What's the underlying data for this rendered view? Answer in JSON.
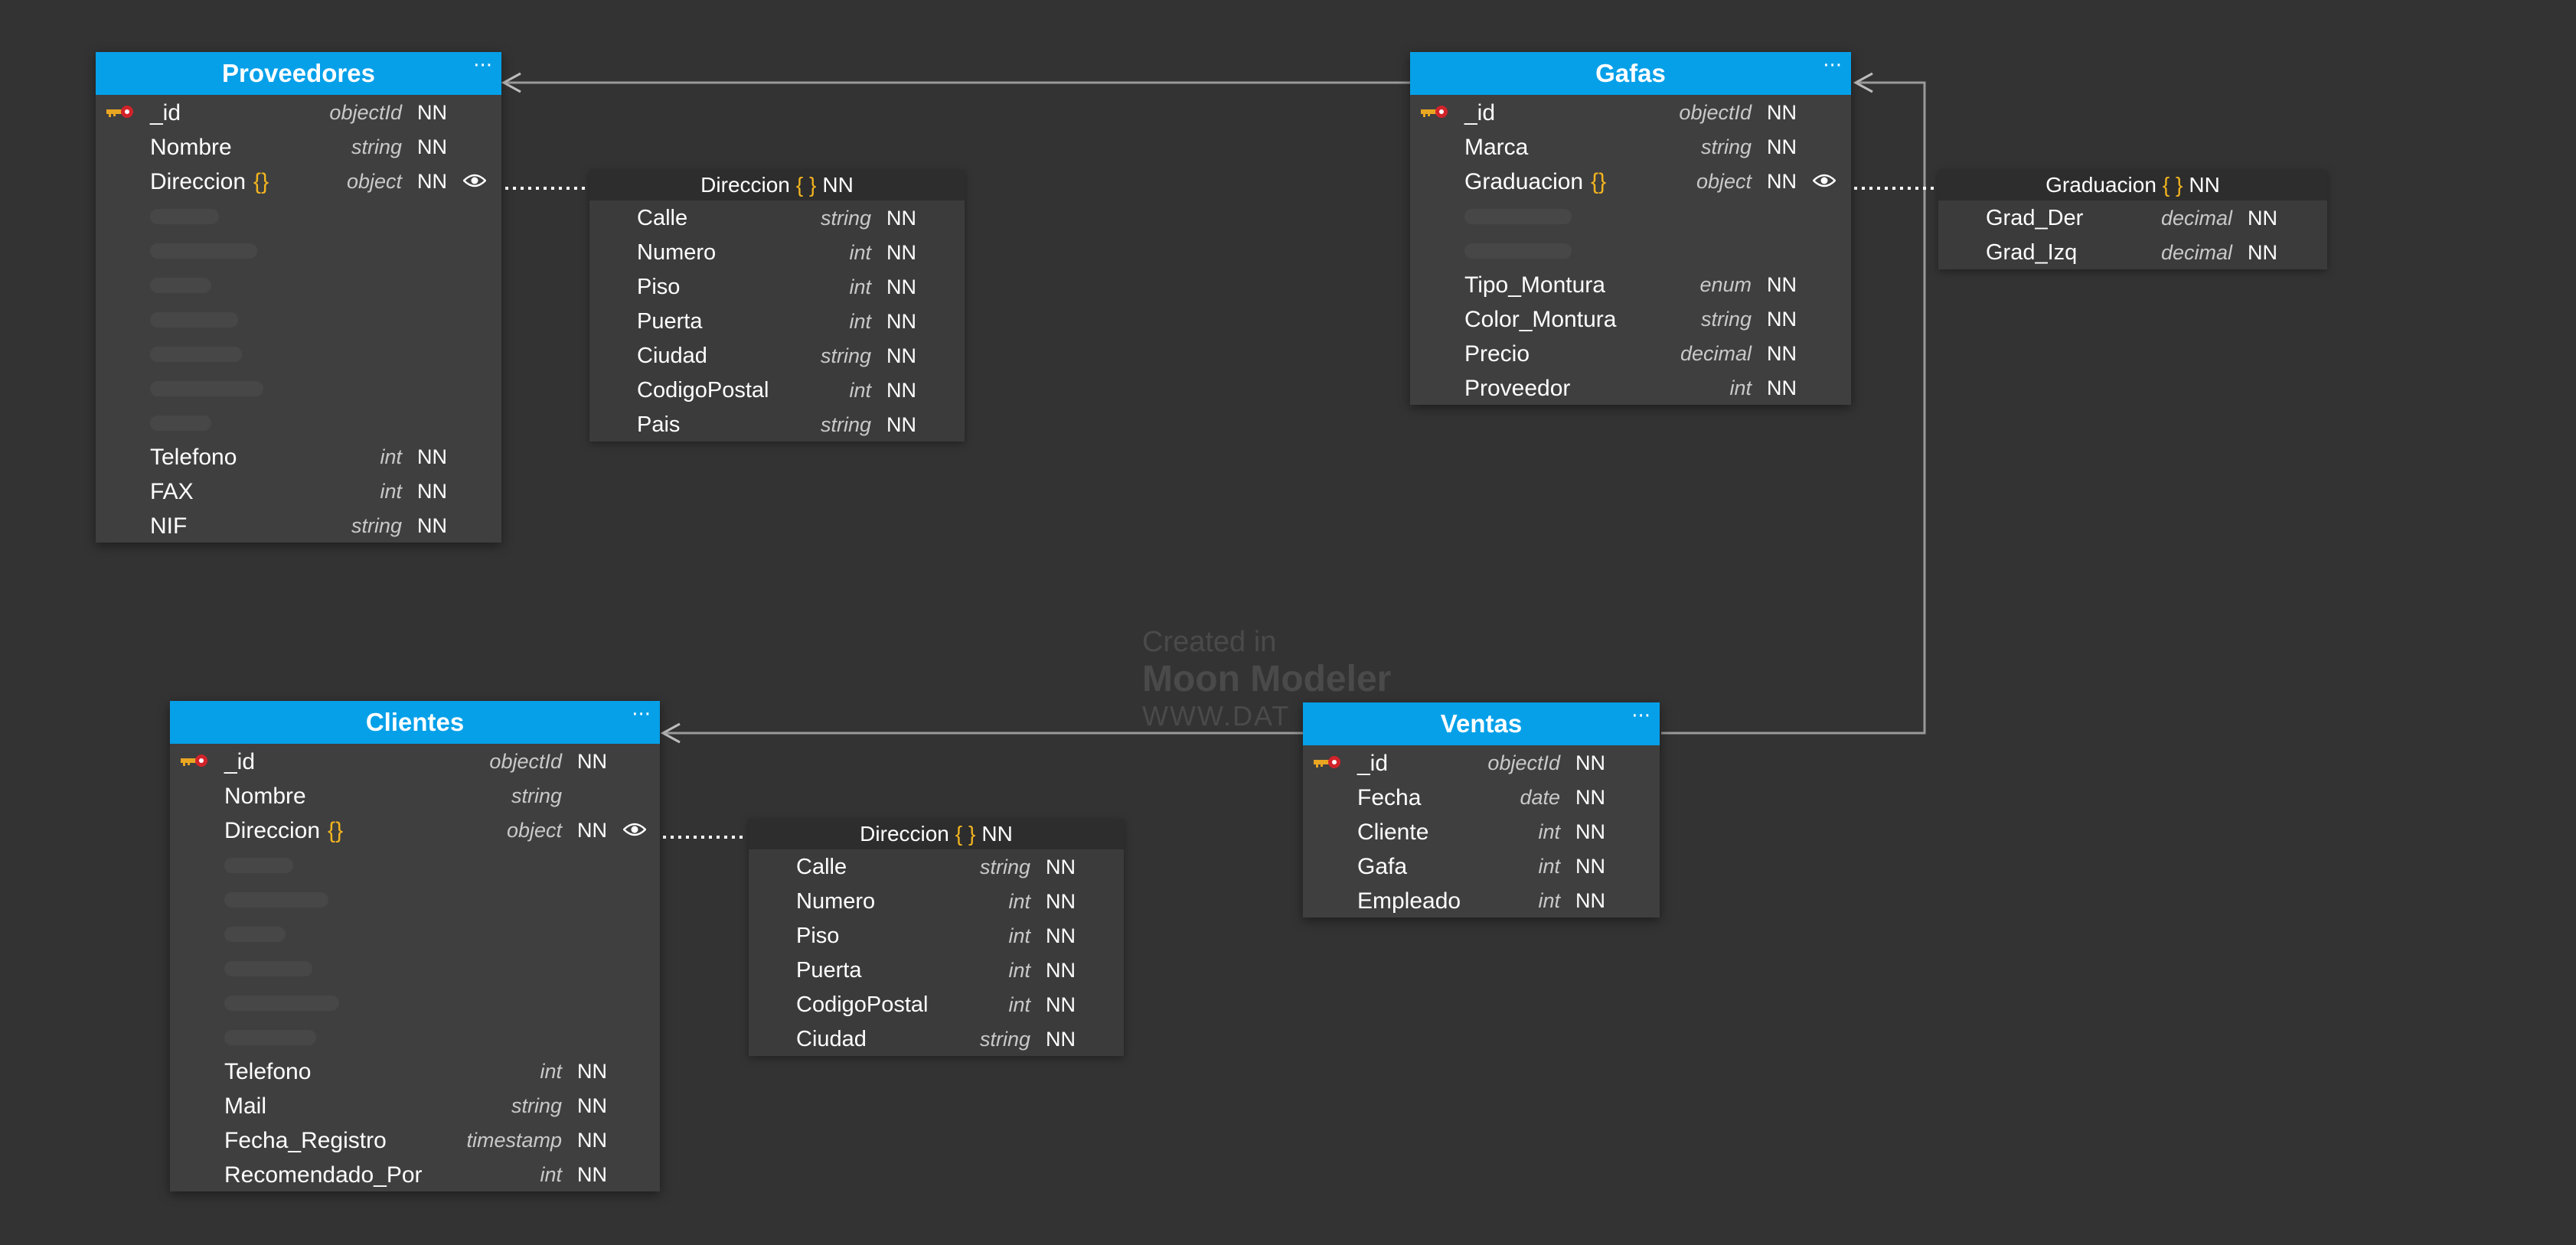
{
  "watermark": {
    "line1": "Created in",
    "line2": "Moon Modeler",
    "line3": "WWW.DAT"
  },
  "colors": {
    "background": "#333333",
    "entity_header": "#06a0e9",
    "brace": "#f2b41f",
    "key_icon": "#e8a622"
  },
  "entities": {
    "proveedores": {
      "title": "Proveedores",
      "menu": "···",
      "fields": [
        {
          "name": "_id",
          "type": "objectId",
          "nn": "NN",
          "pk": true
        },
        {
          "name": "Nombre",
          "type": "string",
          "nn": "NN"
        },
        {
          "name": "Direccion",
          "brace": "{}",
          "type": "object",
          "nn": "NN",
          "eye": true
        },
        {
          "ghost": true
        },
        {
          "ghost": true
        },
        {
          "ghost": true
        },
        {
          "ghost": true
        },
        {
          "ghost": true
        },
        {
          "ghost": true
        },
        {
          "ghost": true
        },
        {
          "name": "Telefono",
          "type": "int",
          "nn": "NN"
        },
        {
          "name": "FAX",
          "type": "int",
          "nn": "NN"
        },
        {
          "name": "NIF",
          "type": "string",
          "nn": "NN"
        }
      ]
    },
    "gafas": {
      "title": "Gafas",
      "menu": "···",
      "fields": [
        {
          "name": "_id",
          "type": "objectId",
          "nn": "NN",
          "pk": true
        },
        {
          "name": "Marca",
          "type": "string",
          "nn": "NN"
        },
        {
          "name": "Graduacion",
          "brace": "{}",
          "type": "object",
          "nn": "NN",
          "eye": true
        },
        {
          "ghost": true
        },
        {
          "ghost": true
        },
        {
          "name": "Tipo_Montura",
          "type": "enum",
          "nn": "NN"
        },
        {
          "name": "Color_Montura",
          "type": "string",
          "nn": "NN"
        },
        {
          "name": "Precio",
          "type": "decimal",
          "nn": "NN"
        },
        {
          "name": "Proveedor",
          "type": "int",
          "nn": "NN"
        }
      ]
    },
    "clientes": {
      "title": "Clientes",
      "menu": "···",
      "fields": [
        {
          "name": "_id",
          "type": "objectId",
          "nn": "NN",
          "pk": true
        },
        {
          "name": "Nombre",
          "type": "string",
          "nn": ""
        },
        {
          "name": "Direccion",
          "brace": "{}",
          "type": "object",
          "nn": "NN",
          "eye": true
        },
        {
          "ghost": true
        },
        {
          "ghost": true
        },
        {
          "ghost": true
        },
        {
          "ghost": true
        },
        {
          "ghost": true
        },
        {
          "ghost": true
        },
        {
          "name": "Telefono",
          "type": "int",
          "nn": "NN"
        },
        {
          "name": "Mail",
          "type": "string",
          "nn": "NN"
        },
        {
          "name": "Fecha_Registro",
          "type": "timestamp",
          "nn": "NN"
        },
        {
          "name": "Recomendado_Por",
          "type": "int",
          "nn": "NN"
        }
      ]
    },
    "ventas": {
      "title": "Ventas",
      "menu": "···",
      "fields": [
        {
          "name": "_id",
          "type": "objectId",
          "nn": "NN",
          "pk": true
        },
        {
          "name": "Fecha",
          "type": "date",
          "nn": "NN"
        },
        {
          "name": "Cliente",
          "type": "int",
          "nn": "NN"
        },
        {
          "name": "Gafa",
          "type": "int",
          "nn": "NN"
        },
        {
          "name": "Empleado",
          "type": "int",
          "nn": "NN"
        }
      ]
    }
  },
  "objects": {
    "proveedores_direccion": {
      "name": "Direccion",
      "brace": "{ }",
      "nn": "NN",
      "fields": [
        {
          "name": "Calle",
          "type": "string",
          "nn": "NN"
        },
        {
          "name": "Numero",
          "type": "int",
          "nn": "NN"
        },
        {
          "name": "Piso",
          "type": "int",
          "nn": "NN"
        },
        {
          "name": "Puerta",
          "type": "int",
          "nn": "NN"
        },
        {
          "name": "Ciudad",
          "type": "string",
          "nn": "NN"
        },
        {
          "name": "CodigoPostal",
          "type": "int",
          "nn": "NN"
        },
        {
          "name": "Pais",
          "type": "string",
          "nn": "NN"
        }
      ]
    },
    "gafas_graduacion": {
      "name": "Graduacion",
      "brace": "{ }",
      "nn": "NN",
      "fields": [
        {
          "name": "Grad_Der",
          "type": "decimal",
          "nn": "NN"
        },
        {
          "name": "Grad_Izq",
          "type": "decimal",
          "nn": "NN"
        }
      ]
    },
    "clientes_direccion": {
      "name": "Direccion",
      "brace": "{ }",
      "nn": "NN",
      "fields": [
        {
          "name": "Calle",
          "type": "string",
          "nn": "NN"
        },
        {
          "name": "Numero",
          "type": "int",
          "nn": "NN"
        },
        {
          "name": "Piso",
          "type": "int",
          "nn": "NN"
        },
        {
          "name": "Puerta",
          "type": "int",
          "nn": "NN"
        },
        {
          "name": "CodigoPostal",
          "type": "int",
          "nn": "NN"
        },
        {
          "name": "Ciudad",
          "type": "string",
          "nn": "NN"
        }
      ]
    }
  },
  "relations": [
    {
      "from": "Gafas",
      "to": "Proveedores"
    },
    {
      "from": "Ventas",
      "to": "Clientes"
    },
    {
      "from": "Ventas",
      "to": "Gafas"
    }
  ],
  "icons": {
    "pk": "key-icon",
    "eye": "eye-icon",
    "menu": "ellipsis-icon"
  }
}
